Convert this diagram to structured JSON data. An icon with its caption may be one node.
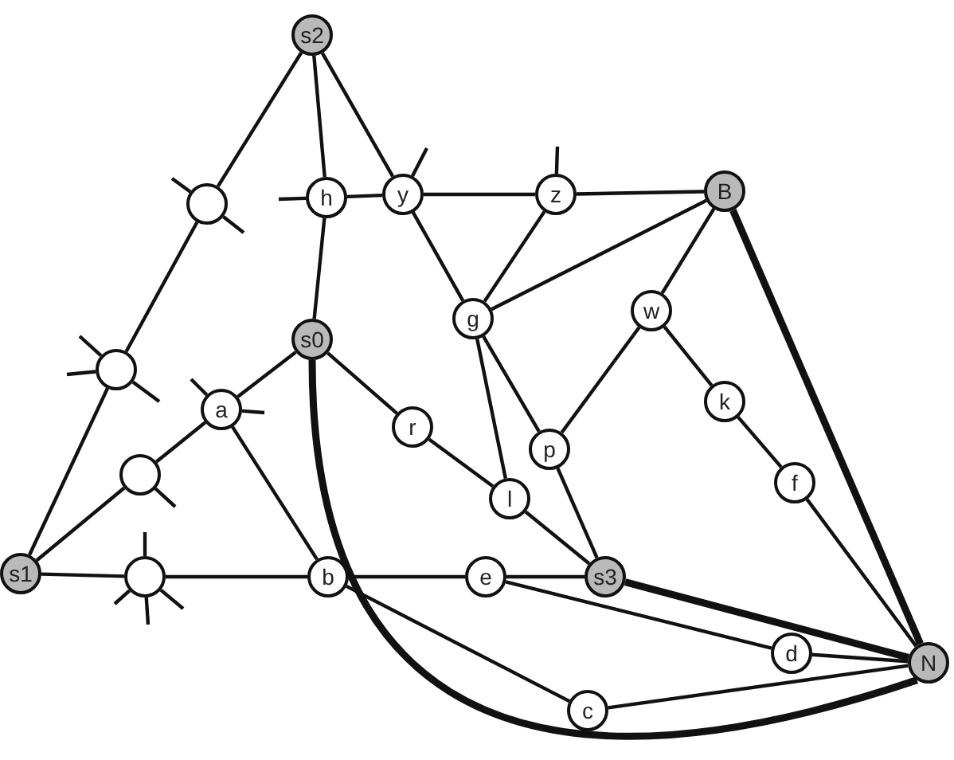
{
  "diagram": {
    "nodes": [
      {
        "text": [
          "s2"
        ]
      },
      {
        "text": [],
        "shape": "circle"
      },
      {
        "text": [
          "h"
        ]
      },
      {
        "text": [
          "y"
        ]
      },
      {
        "text": [
          "z"
        ]
      },
      {
        "text": [
          "B"
        ]
      },
      {
        "text": [
          "g"
        ]
      },
      {
        "text": [
          "w"
        ]
      },
      {
        "text": [
          "s0"
        ]
      },
      {
        "text": [],
        "shape": "circle"
      },
      {
        "text": [
          "a"
        ]
      },
      {
        "text": [
          "r"
        ]
      },
      {
        "text": [
          "k"
        ]
      },
      {
        "text": [
          "p"
        ]
      },
      {
        "text": [],
        "shape": "circle"
      },
      {
        "text": [
          "l"
        ]
      },
      {
        "text": [
          "f"
        ]
      },
      {
        "text": [
          "s1"
        ]
      },
      {
        "text": [],
        "shape": "circle"
      },
      {
        "text": [
          "b"
        ]
      },
      {
        "text": [
          "e"
        ]
      },
      {
        "text": [
          "s3"
        ]
      },
      {
        "text": [
          "d"
        ]
      },
      {
        "text": [
          "N"
        ]
      },
      {
        "text": [
          "c"
        ]
      }
    ],
    "edges": [
      {
        "from": 0,
        "to": 1,
        "arrow": "none"
      },
      {
        "from": 1,
        "to": 9,
        "arrow": "none"
      },
      {
        "from": 9,
        "to": 17,
        "arrow": "none"
      },
      {
        "from": 0,
        "to": 2,
        "arrow": "none"
      },
      {
        "from": 2,
        "to": 8,
        "arrow": "none"
      },
      {
        "from": 0,
        "to": 3,
        "arrow": "none"
      },
      {
        "from": 2,
        "to": 3,
        "arrow": "none"
      },
      {
        "from": 3,
        "to": 4,
        "arrow": "none"
      },
      {
        "from": 4,
        "to": 5,
        "arrow": "none"
      },
      {
        "from": 3,
        "to": 6,
        "arrow": "none"
      },
      {
        "from": 4,
        "to": 6,
        "arrow": "none"
      },
      {
        "from": 6,
        "to": 5,
        "arrow": "none"
      },
      {
        "from": 5,
        "to": 7,
        "arrow": "none"
      },
      {
        "from": 5,
        "to": 23,
        "arrow": "none",
        "style": "thick"
      },
      {
        "from": 6,
        "to": 13,
        "arrow": "none"
      },
      {
        "from": 6,
        "to": 15,
        "arrow": "none"
      },
      {
        "from": 7,
        "to": 13,
        "arrow": "none"
      },
      {
        "from": 7,
        "to": 12,
        "arrow": "none"
      },
      {
        "from": 12,
        "to": 16,
        "arrow": "none"
      },
      {
        "from": 16,
        "to": 23,
        "arrow": "none"
      },
      {
        "from": 8,
        "to": 10,
        "arrow": "none"
      },
      {
        "from": 8,
        "to": 11,
        "arrow": "none"
      },
      {
        "from": 11,
        "to": 15,
        "arrow": "none"
      },
      {
        "from": 15,
        "to": 21,
        "arrow": "none"
      },
      {
        "from": 13,
        "to": 21,
        "arrow": "none"
      },
      {
        "from": 8,
        "to": 23,
        "arrow": "none",
        "style": "thick"
      },
      {
        "from": 10,
        "to": 14,
        "arrow": "none"
      },
      {
        "from": 14,
        "to": 17,
        "arrow": "none"
      },
      {
        "from": 10,
        "to": 19,
        "arrow": "none"
      },
      {
        "from": 17,
        "to": 18,
        "arrow": "none"
      },
      {
        "from": 18,
        "to": 19,
        "arrow": "none"
      },
      {
        "from": 19,
        "to": 20,
        "arrow": "none"
      },
      {
        "from": 20,
        "to": 21,
        "arrow": "none"
      },
      {
        "from": 21,
        "to": 23,
        "arrow": "none",
        "style": "thick"
      },
      {
        "from": 20,
        "to": 22,
        "arrow": "none"
      },
      {
        "from": 22,
        "to": 23,
        "arrow": "none"
      },
      {
        "from": 19,
        "to": 24,
        "arrow": "none"
      },
      {
        "from": 24,
        "to": 23,
        "arrow": "none"
      },
      {
        "from": 1,
        "to": null,
        "arrow": "none"
      },
      {
        "from": 1,
        "to": null,
        "arrow": "none"
      },
      {
        "from": 2,
        "to": null,
        "arrow": "none"
      },
      {
        "from": 3,
        "to": null,
        "arrow": "none"
      },
      {
        "from": 4,
        "to": null,
        "arrow": "none"
      },
      {
        "from": 9,
        "to": null,
        "arrow": "none"
      },
      {
        "from": 9,
        "to": null,
        "arrow": "none"
      },
      {
        "from": 9,
        "to": null,
        "arrow": "none"
      },
      {
        "from": 10,
        "to": null,
        "arrow": "none"
      },
      {
        "from": 10,
        "to": null,
        "arrow": "none"
      },
      {
        "from": 14,
        "to": null,
        "arrow": "none"
      },
      {
        "from": 18,
        "to": null,
        "arrow": "none"
      },
      {
        "from": 18,
        "to": null,
        "arrow": "none"
      },
      {
        "from": 18,
        "to": null,
        "arrow": "none"
      },
      {
        "from": 18,
        "to": null,
        "arrow": "none"
      }
    ]
  }
}
